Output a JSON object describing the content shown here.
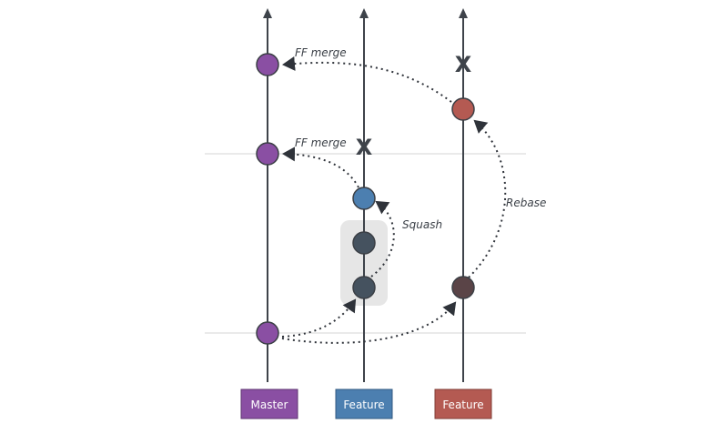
{
  "annotations": {
    "ff_merge_top": "FF merge",
    "ff_merge_mid": "FF merge",
    "squash": "Squash",
    "rebase": "Rebase"
  },
  "branches": {
    "master": {
      "label": "Master",
      "color": "#8a4fa3"
    },
    "feature_squash": {
      "label": "Feature",
      "color": "#4c7fb0"
    },
    "feature_rebase": {
      "label": "Feature",
      "color": "#b45a52"
    }
  },
  "colors": {
    "axis": "#3e434a",
    "commit_dark": "#45525f",
    "commit_rebased_dark": "#5a4447",
    "squash_group_bg": "#e6e6e6",
    "guide_line": "#d5d5d5",
    "arrow_dotted": "#2f333a"
  },
  "markers": {
    "discard_symbol": "X"
  }
}
